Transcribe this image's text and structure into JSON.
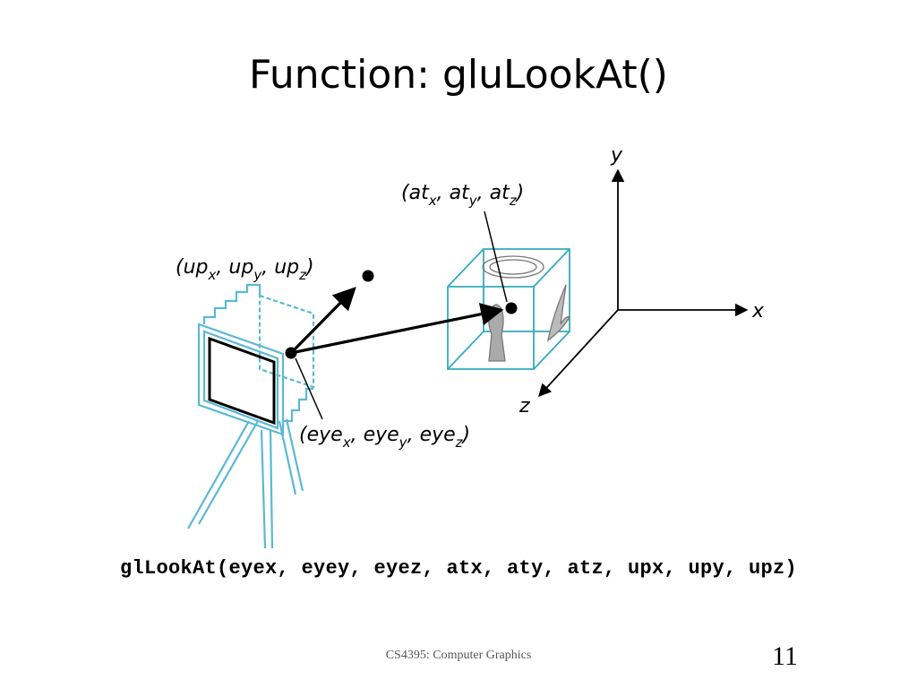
{
  "slide": {
    "title": "Function: gluLookAt()",
    "code": "glLookAt(eyex, eyey, eyez, atx, aty, atz, upx, upy, upz)",
    "footer": "CS4395: Computer Graphics",
    "page_number": "11"
  },
  "diagram": {
    "axes": {
      "x": "x",
      "y": "y",
      "z": "z"
    },
    "labels": {
      "at": {
        "open": "(",
        "b1": "at",
        "s1": "x",
        "sep1": ", ",
        "b2": "at",
        "s2": "y",
        "sep2": ", ",
        "b3": "at",
        "s3": "z",
        "close": ")"
      },
      "up": {
        "open": "(",
        "b1": "up",
        "s1": "x",
        "sep1": ", ",
        "b2": "up",
        "s2": "y",
        "sep2": ", ",
        "b3": "up",
        "s3": "z",
        "close": ")"
      },
      "eye": {
        "open": "(",
        "b1": "eye",
        "s1": "x",
        "sep1": ", ",
        "b2": "eye",
        "s2": "y",
        "sep2": ", ",
        "b3": "eye",
        "s3": "z",
        "close": ")"
      }
    },
    "colors": {
      "camera": "#5bb8d4",
      "cube": "#33aabf",
      "ink": "#000000",
      "picture": "#777777"
    }
  }
}
